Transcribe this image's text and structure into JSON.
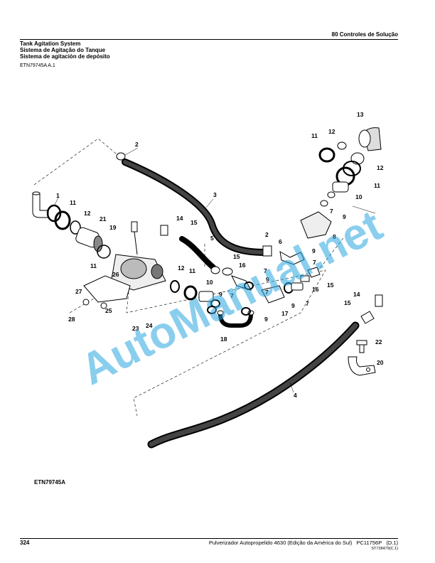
{
  "header": {
    "section": "80 Controles de Solução"
  },
  "title": {
    "en": "Tank Agitation System",
    "pt": "Sistema de Agitação do Tanque",
    "es": "Sistema de agitación de depósito"
  },
  "ref_code": "ETN79745A A.1",
  "figure": {
    "label": "ETN79745A",
    "watermark": "AutoManual.net",
    "callouts": [
      "1",
      "2",
      "2",
      "3",
      "4",
      "5",
      "6",
      "7",
      "7",
      "7",
      "7",
      "7",
      "7",
      "8",
      "9",
      "9",
      "9",
      "9",
      "9",
      "9",
      "10",
      "10",
      "11",
      "11",
      "11",
      "11",
      "11",
      "12",
      "12",
      "12",
      "12",
      "13",
      "14",
      "14",
      "15",
      "15",
      "15",
      "15",
      "16",
      "16",
      "17",
      "18",
      "19",
      "20",
      "21",
      "22",
      "23",
      "24",
      "25",
      "26",
      "27",
      "28"
    ]
  },
  "footer": {
    "page_number": "324",
    "title": "Pulverizador Autopropelido 4630 (Edição da América do Sul)   PC11756P   (D.1)",
    "code": "ST728479(C.1)"
  }
}
